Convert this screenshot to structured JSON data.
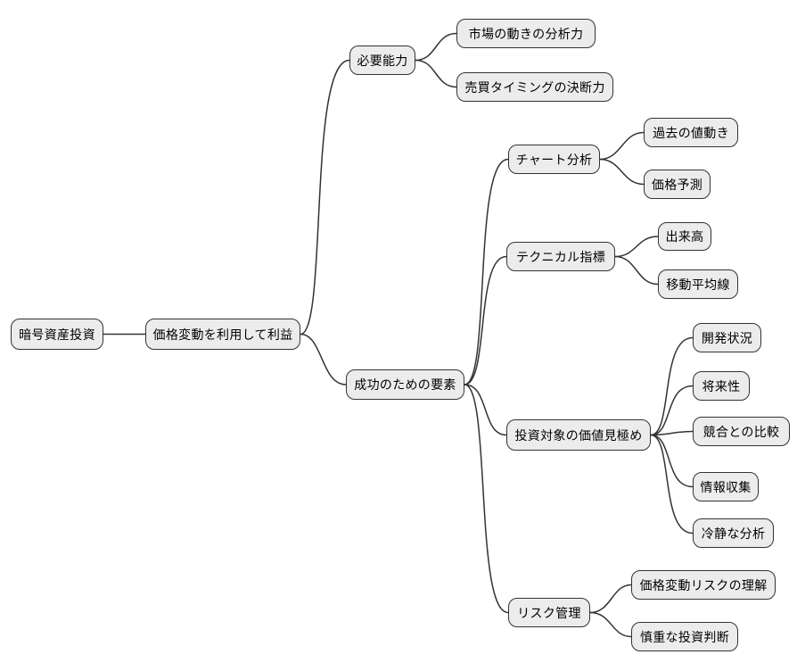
{
  "diagram_type": "mindmap",
  "colors": {
    "background": "#ffffff",
    "node_fill": "#ececec",
    "node_border": "#333333",
    "edge": "#333333",
    "text": "#000000"
  },
  "mindmap": {
    "label": "暗号資産投資",
    "children": [
      {
        "label": "価格変動を利用して利益",
        "children": [
          {
            "label": "必要能力",
            "children": [
              {
                "label": "市場の動きの分析力"
              },
              {
                "label": "売買タイミングの決断力"
              }
            ]
          },
          {
            "label": "成功のための要素",
            "children": [
              {
                "label": "チャート分析",
                "children": [
                  {
                    "label": "過去の値動き"
                  },
                  {
                    "label": "価格予測"
                  }
                ]
              },
              {
                "label": "テクニカル指標",
                "children": [
                  {
                    "label": "出来高"
                  },
                  {
                    "label": "移動平均線"
                  }
                ]
              },
              {
                "label": "投資対象の価値見極め",
                "children": [
                  {
                    "label": "開発状況"
                  },
                  {
                    "label": "将来性"
                  },
                  {
                    "label": "競合との比較"
                  },
                  {
                    "label": "情報収集"
                  },
                  {
                    "label": "冷静な分析"
                  }
                ]
              },
              {
                "label": "リスク管理",
                "children": [
                  {
                    "label": "価格変動リスクの理解"
                  },
                  {
                    "label": "慎重な投資判断"
                  }
                ]
              }
            ]
          }
        ]
      }
    ]
  }
}
